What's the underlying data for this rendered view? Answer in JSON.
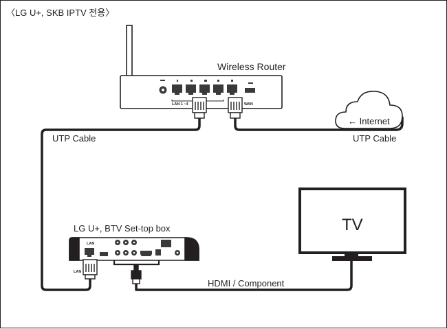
{
  "header": {
    "title": "〈LG U+, SKB IPTV 전용〉"
  },
  "router": {
    "label": "Wireless Router",
    "lan_label": "LAN 1 ~4",
    "wan_label": "WAN"
  },
  "cloud": {
    "label": "← Internet"
  },
  "cables": {
    "left_label": "UTP Cable",
    "right_label": "UTP Cable",
    "av_label": "HDMI / Component"
  },
  "settop": {
    "label": "LG U+, BTV Set-top box",
    "lan_port_label": "LAN",
    "lan_plug_label": "LAN"
  },
  "tv": {
    "label": "TV"
  },
  "colors": {
    "line": "#231f20",
    "background": "#ffffff",
    "port": "#3a3a3a"
  }
}
